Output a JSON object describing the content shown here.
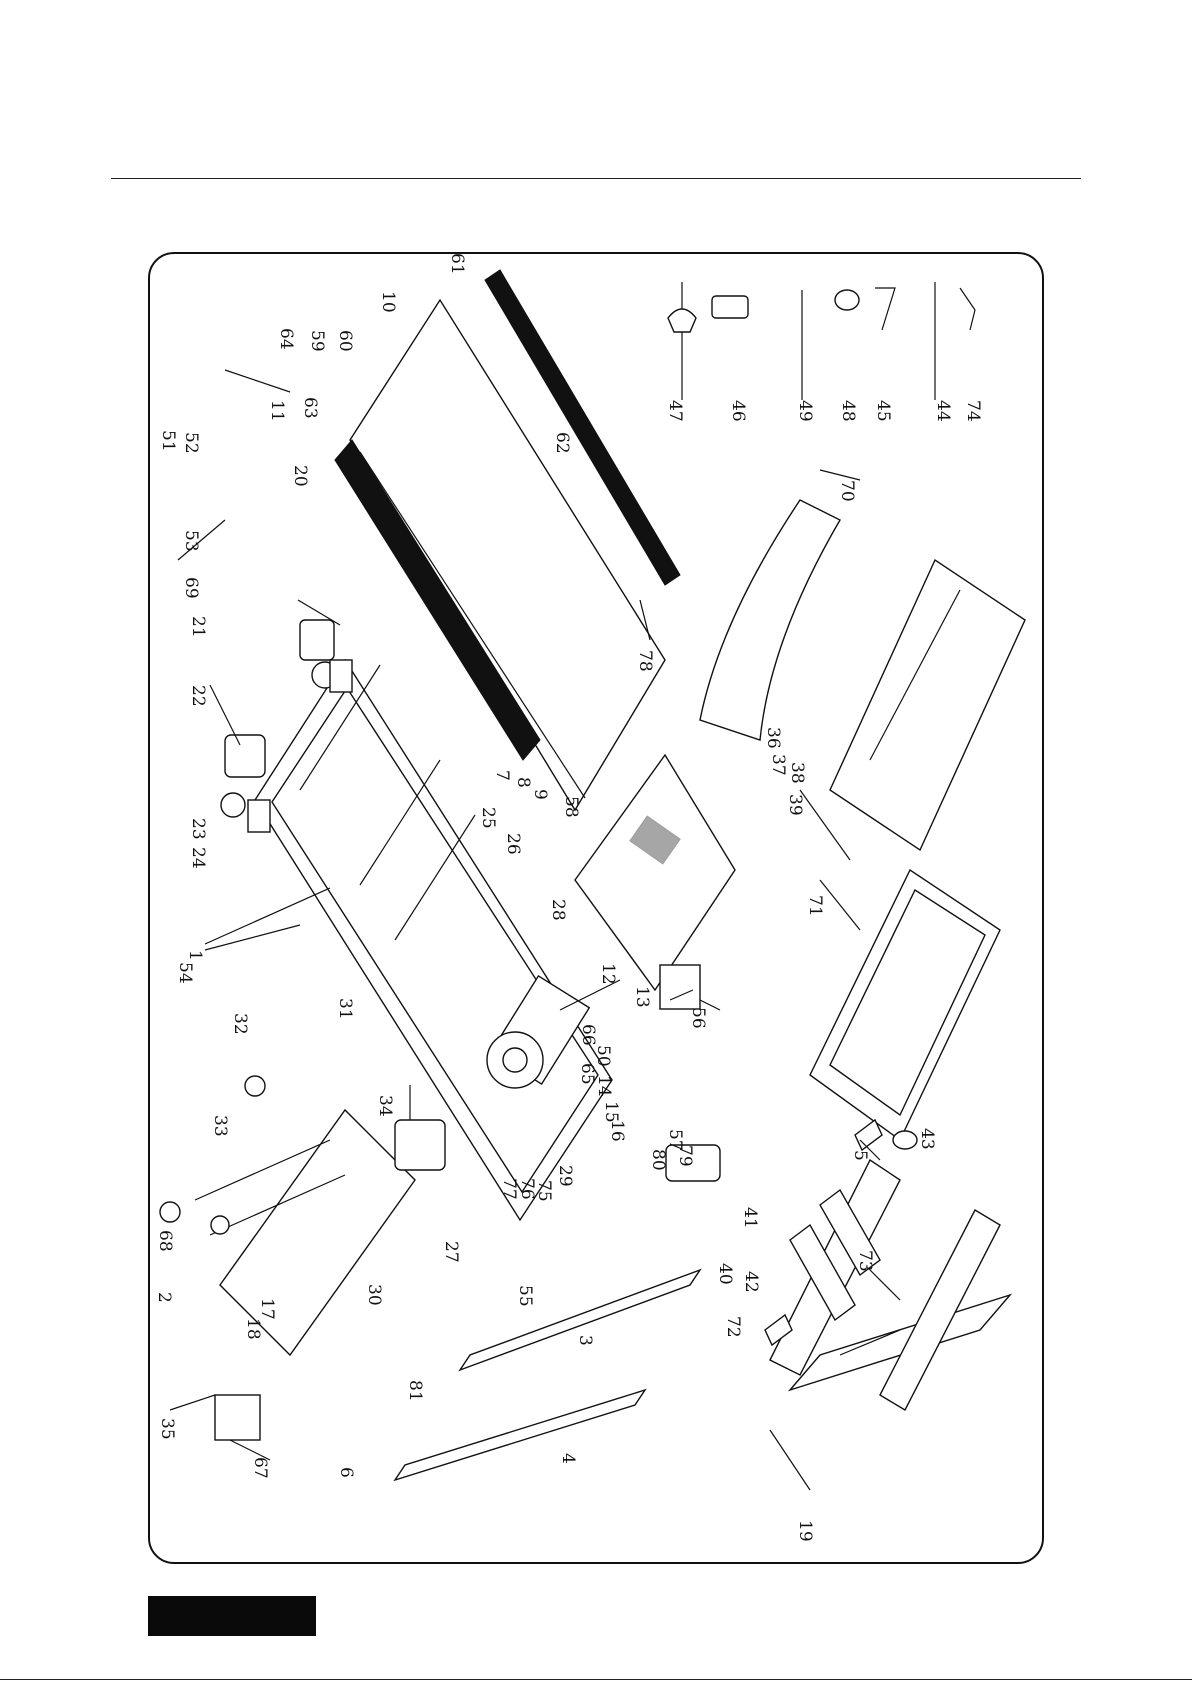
{
  "callouts": [
    "1",
    "2",
    "3",
    "4",
    "5",
    "6",
    "7",
    "8",
    "9",
    "10",
    "11",
    "12",
    "13",
    "14",
    "15",
    "16",
    "17",
    "18",
    "19",
    "20",
    "21",
    "22",
    "23",
    "24",
    "25",
    "26",
    "27",
    "28",
    "29",
    "30",
    "31",
    "32",
    "33",
    "34",
    "35",
    "36",
    "37",
    "38",
    "39",
    "40",
    "41",
    "42",
    "43",
    "44",
    "45",
    "46",
    "47",
    "48",
    "49",
    "50",
    "51",
    "52",
    "53",
    "54",
    "55",
    "56",
    "57",
    "58",
    "59",
    "60",
    "61",
    "62",
    "63",
    "64",
    "65",
    "66",
    "67",
    "68",
    "69",
    "70",
    "71",
    "72",
    "73",
    "74",
    "75",
    "76",
    "77",
    "78",
    "79",
    "80",
    "81"
  ],
  "colors": {
    "ink": "#111111",
    "background": "#ffffff",
    "block": "#0a0a0a"
  }
}
